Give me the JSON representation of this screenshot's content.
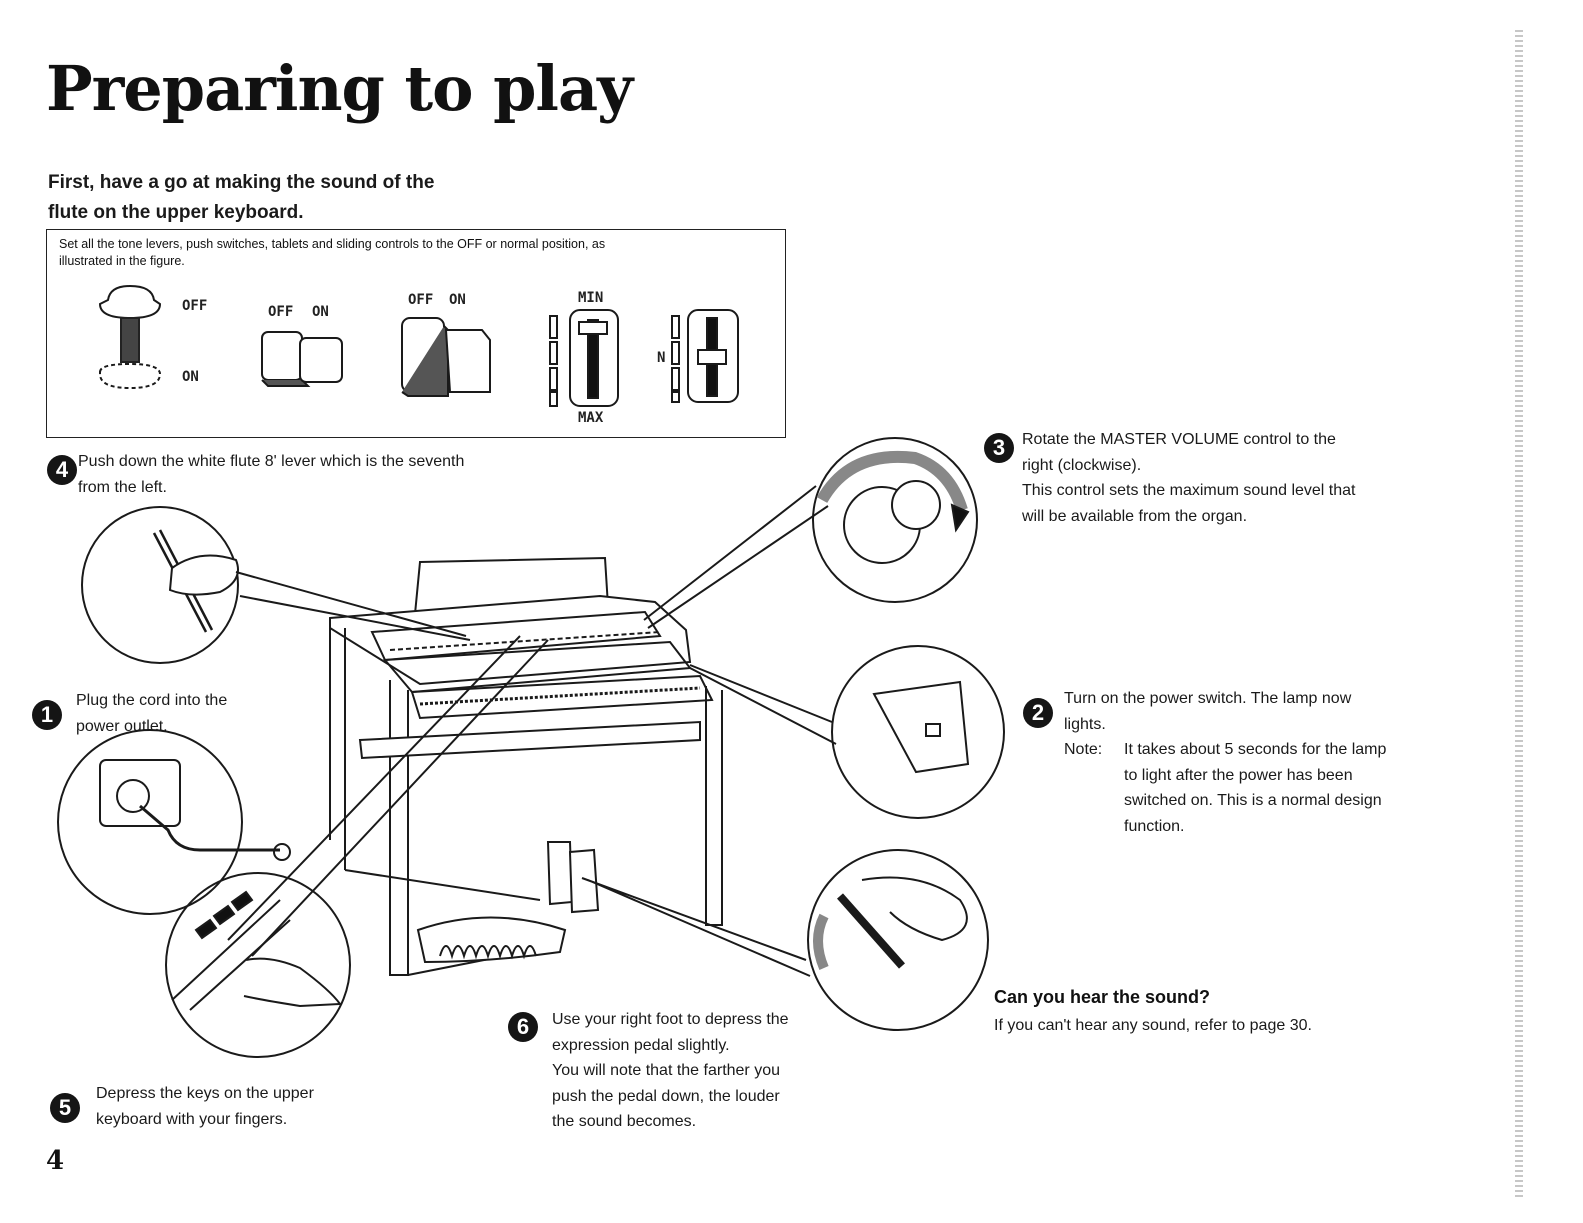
{
  "page": {
    "title": "Preparing to play",
    "subtitle_lines": [
      "First, have a go at making the sound of the",
      "flute on the upper keyboard."
    ],
    "page_number": "4"
  },
  "notice": {
    "text_line1": "Set all the tone levers, push switches, tablets and sliding controls to the OFF or normal position, as",
    "text_line2": "illustrated in the figure.",
    "labels": {
      "lever_off": "OFF",
      "lever_on": "ON",
      "push_off": "OFF",
      "push_on": "ON",
      "tablet_off": "OFF",
      "tablet_on": "ON",
      "slider_min": "MIN",
      "slider_max": "MAX",
      "slider_n": "N"
    }
  },
  "steps": [
    {
      "number": "1",
      "lines": [
        "Plug the cord into the",
        "power outlet."
      ]
    },
    {
      "number": "2",
      "lines": [
        "Turn on the power switch. The lamp now",
        "lights."
      ],
      "note_label": "Note:",
      "note_lines": [
        "It takes about 5 seconds for the lamp",
        "to light after the power has been",
        "switched on. This is a normal design",
        "function."
      ]
    },
    {
      "number": "3",
      "lines": [
        "Rotate the MASTER VOLUME control to the",
        "right (clockwise).",
        "This control sets the maximum sound level that",
        "will be available from the organ."
      ]
    },
    {
      "number": "4",
      "lines": [
        "Push down the white flute 8' lever which is the seventh",
        "from the left."
      ]
    },
    {
      "number": "5",
      "lines": [
        "Depress the keys on the upper",
        "keyboard with your fingers."
      ]
    },
    {
      "number": "6",
      "lines": [
        "Use your right foot to depress the",
        "expression pedal slightly.",
        "You will note that the farther you",
        "push the pedal down, the louder",
        "the sound becomes."
      ]
    }
  ],
  "hear": {
    "heading": "Can you hear the sound?",
    "text": "If you can't hear any sound, refer to page 30."
  }
}
